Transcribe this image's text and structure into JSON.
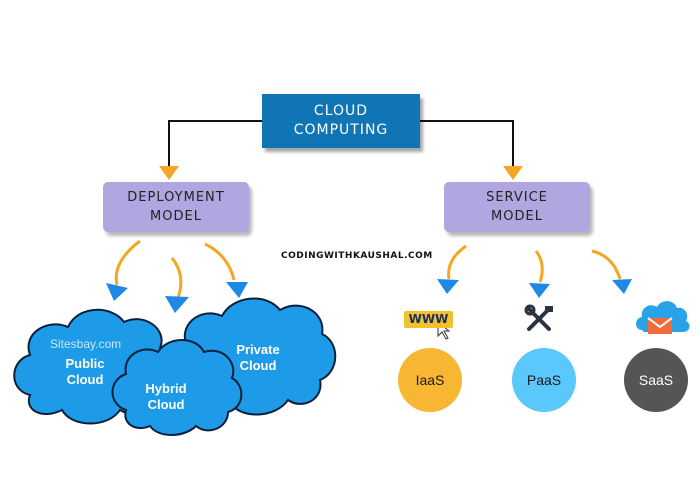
{
  "nodes": {
    "root": "CLOUD\nCOMPUTING",
    "deployment": "DEPLOYMENT\nMODEL",
    "service": "SERVICE\nMODEL"
  },
  "watermark": "CODINGWITHKAUSHAL.COM",
  "deployment_models": {
    "public": "Public\nCloud",
    "hybrid": "Hybrid\nCloud",
    "private": "Private\nCloud",
    "source_note": "Sitesbay.com"
  },
  "service_models": {
    "iaas": {
      "label": "IaaS",
      "badge": "WWW",
      "icon": "www-cursor-icon",
      "color": "#f7b733"
    },
    "paas": {
      "label": "PaaS",
      "icon": "tools-icon",
      "color": "#5ac8fa"
    },
    "saas": {
      "label": "SaaS",
      "icon": "cloud-mail-icon",
      "color": "#555555"
    }
  },
  "colors": {
    "root_box": "#0f75b5",
    "model_box": "#b2a6e0",
    "arrow": "#f5a623",
    "arrow_head": "#1e88e5",
    "cloud_fill": "#1e9be8",
    "cloud_stroke": "#0b1f3a"
  }
}
